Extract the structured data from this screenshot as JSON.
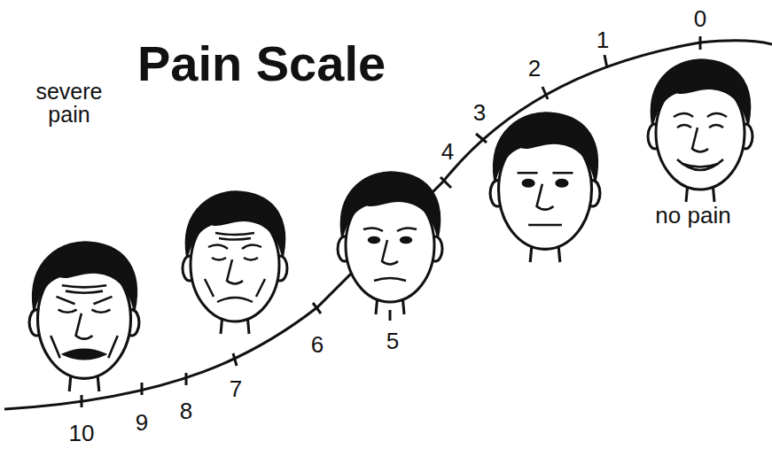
{
  "diagram": {
    "title": "Pain Scale",
    "labels": [
      "severe pain",
      "no pain",
      "0",
      "1",
      "2",
      "3",
      "4",
      "5",
      "6",
      "7",
      "8",
      "9",
      "10"
    ]
  }
}
